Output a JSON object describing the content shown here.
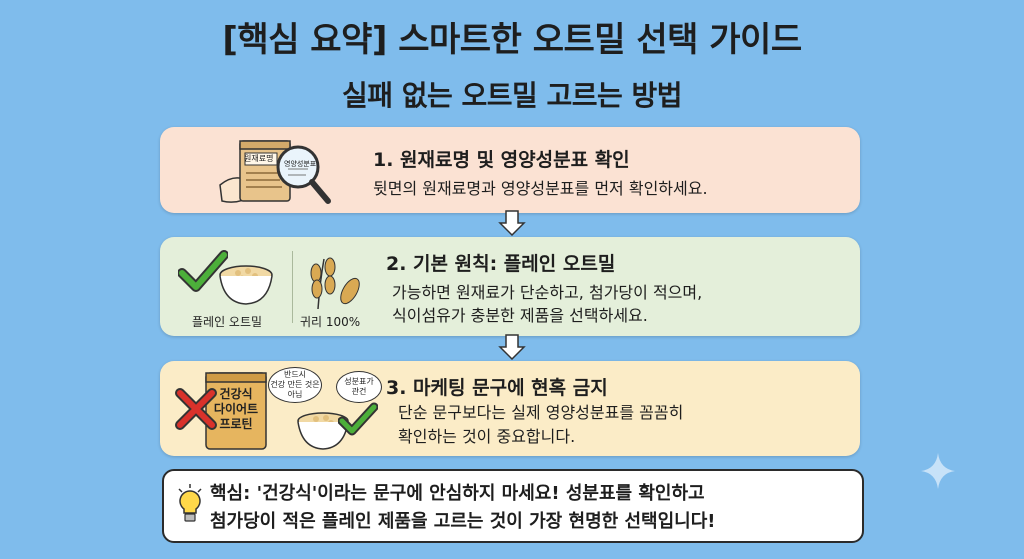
{
  "header": {
    "title": "[핵심 요약] 스마트한 오트밀 선택 가이드",
    "subtitle": "실패 없는 오트밀 고르는 방법"
  },
  "step1": {
    "heading": "1. 원재료명 및 영양성분표 확인",
    "body": "뒷면의 원재료명과 영양성분표를 먼저 확인하세요.",
    "package_label": "원재료명",
    "magnifier_label": "영양성분표"
  },
  "step2": {
    "heading": "2. 기본 원칙: 플레인 오트밀",
    "body_line1": "가능하면 원재료가 단순하고, 첨가당이 적으며,",
    "body_line2": "식이섬유가 충분한 제품을 선택하세요.",
    "bowl_caption": "플레인 오트밀",
    "grain_caption": "귀리 100%"
  },
  "step3": {
    "heading": "3. 마케팅 문구에 현혹 금지",
    "body_line1": "단순 문구보다는 실제 영양성분표를 꼼꼼히",
    "body_line2": "확인하는 것이 중요합니다.",
    "package_label": "건강식\n다이어트\n프로틴",
    "bubble1": "반드시\n건강 만든 것은\n아님",
    "bubble2": "성분표가\n관건"
  },
  "summary": {
    "line1": "핵심: '건강식'이라는 문구에 안심하지 마세요! 성분표를 확인하고",
    "line2": "첨가당이 적은 플레인 제품을 고르는 것이 가장 현명한 선택입니다!"
  },
  "colors": {
    "background": "#7fbcec",
    "card1": "#fbe2d3",
    "card2": "#e4efda",
    "card3": "#fbecc7",
    "check": "#4caf3a",
    "cross": "#d9322b"
  },
  "icons": [
    "package-magnifier-icon",
    "check-icon",
    "oatmeal-bowl-icon",
    "wheat-icon",
    "cross-icon",
    "lightbulb-icon",
    "sparkle-icon",
    "down-arrow-icon"
  ]
}
